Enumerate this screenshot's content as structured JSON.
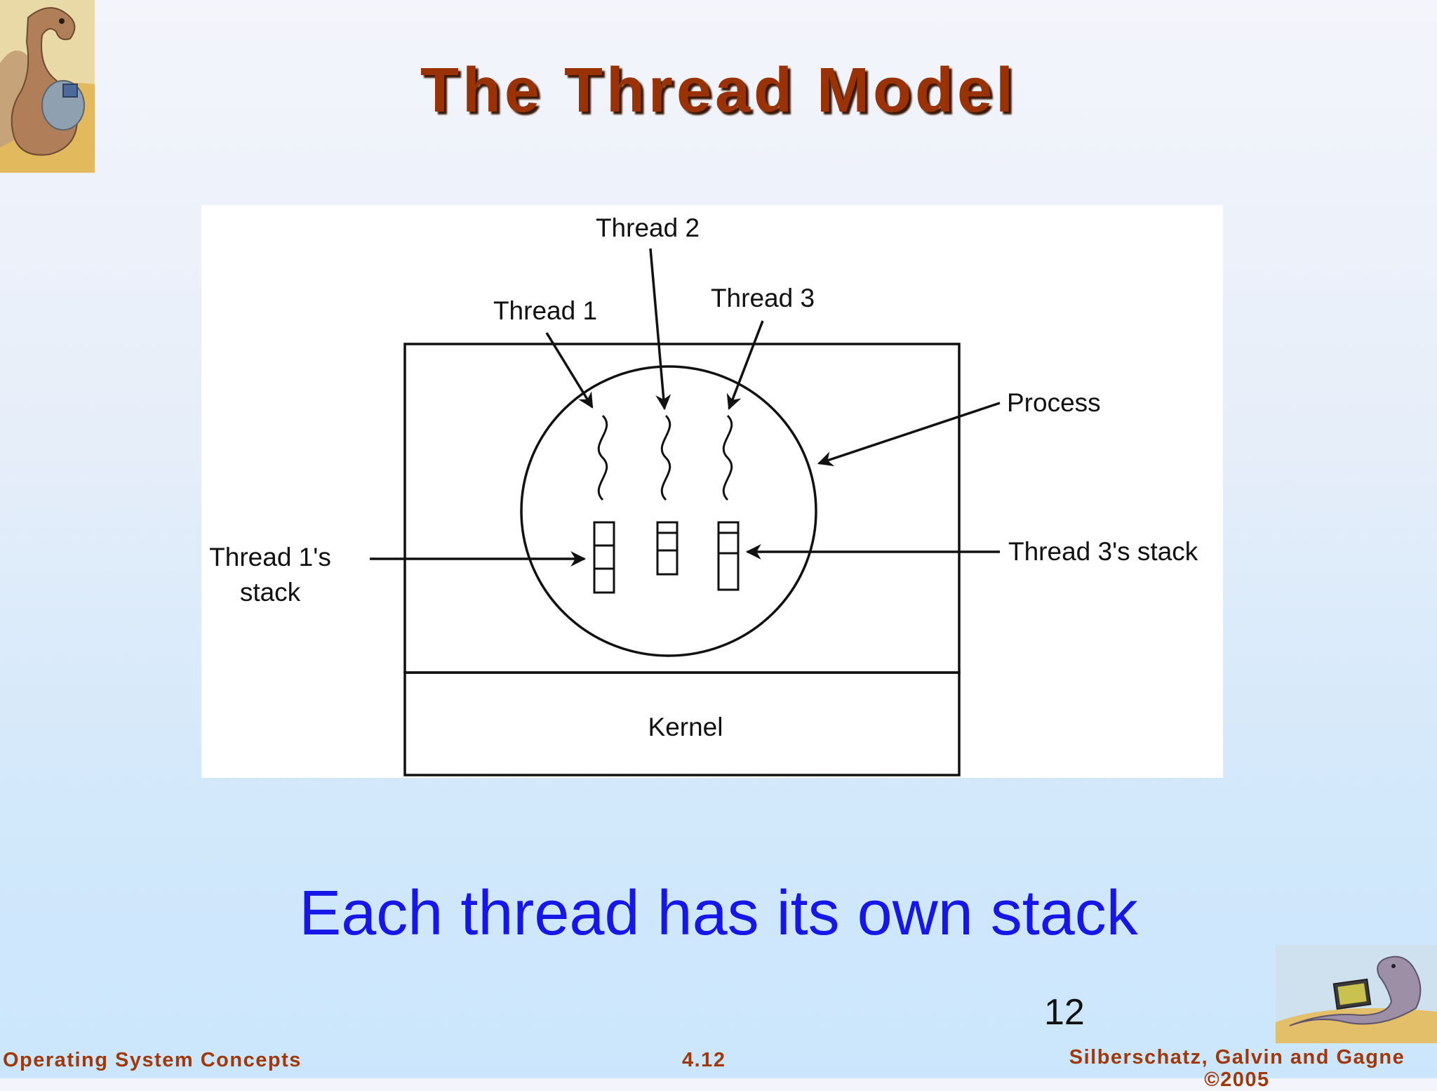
{
  "slide": {
    "title": "The Thread Model",
    "caption": "Each thread has its own stack",
    "page_number": "12"
  },
  "diagram": {
    "labels": {
      "thread1": "Thread 1",
      "thread2": "Thread 2",
      "thread3": "Thread 3",
      "process": "Process",
      "thread1_stack_line1": "Thread 1's",
      "thread1_stack_line2": "stack",
      "thread3_stack": "Thread 3's stack",
      "kernel": "Kernel"
    }
  },
  "footer": {
    "left": "Operating System Concepts",
    "center": "4.12",
    "right_line1": "Silberschatz, Galvin and Gagne",
    "right_line2": "©2005"
  },
  "colors": {
    "title": "#9a3208",
    "caption": "#1616e6",
    "footer": "#a0380c"
  }
}
